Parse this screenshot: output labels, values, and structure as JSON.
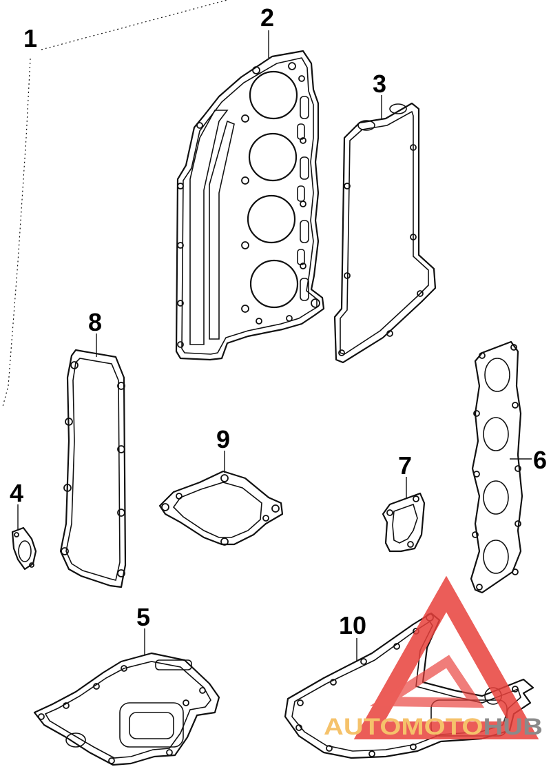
{
  "callouts": {
    "c1": "1",
    "c2": "2",
    "c3": "3",
    "c4": "4",
    "c5": "5",
    "c6": "6",
    "c7": "7",
    "c8": "8",
    "c9": "9",
    "c10": "10"
  },
  "watermark": {
    "word_a": "AUTOMOTO",
    "word_b": "HUB",
    "color_a": "#f5c26b",
    "color_b": "#8a8a8a",
    "triangle_color": "#e8413c"
  }
}
